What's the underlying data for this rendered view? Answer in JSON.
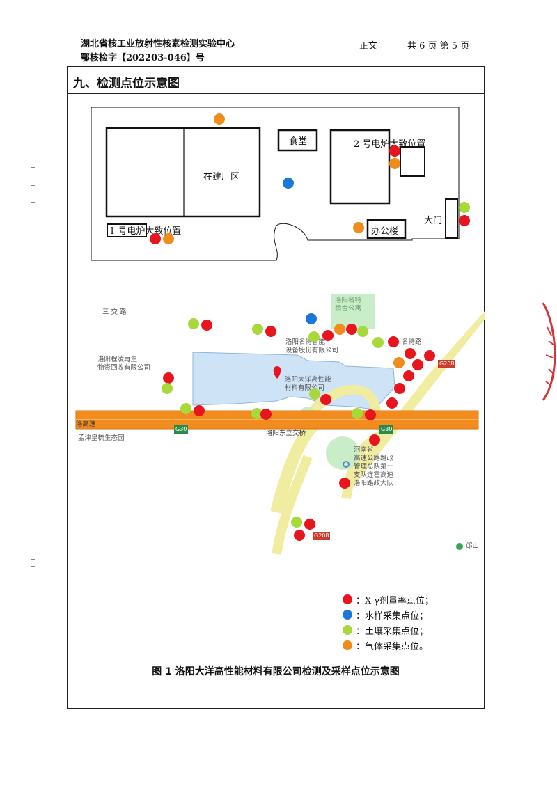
{
  "header": {
    "org": "湖北省核工业放射性核素检测实验中心",
    "doc_no": "鄂核检字【202203-046】号",
    "section": "正文",
    "pages": "共 6 页  第 5 页"
  },
  "section_title": "九、检测点位示意图",
  "plan": {
    "labels": {
      "site": "在建厂区",
      "canteen": "食堂",
      "furnace2": "2 号电炉大致位置",
      "furnace1": "1 号电炉大致位置",
      "gate": "大门",
      "office": "办公楼"
    }
  },
  "map": {
    "labels": {
      "sanjiao": "三 交 路",
      "company1": "洛阳名特智能\n设备股份有限公司",
      "recycle": "洛阳程凌再生\n物资回收有限公司",
      "dayang": "洛阳大洋高性能\n材料有限公司",
      "expressway": "洛高速",
      "jinjin": "孟津皇梳生态园",
      "bridge": "洛阳东立交桥",
      "mingte_rd": "名特路",
      "police": "河南省\n高速公路路政\n管理总队第一\n支队连霍高速\n洛阳路政大队",
      "yinshan": "邙山",
      "g30a": "G30",
      "g30b": "G30",
      "g208a": "G208",
      "g208b": "G208",
      "apartment": "洛阳名特\n宿舍公寓"
    }
  },
  "legend": {
    "items": [
      {
        "label": "：X-γ剂量率点位；",
        "color": "#e8141e"
      },
      {
        "label": "：水样采集点位；",
        "color": "#1a78d8"
      },
      {
        "label": "：土壤采集点位；",
        "color": "#a7d93a"
      },
      {
        "label": "：气体采集点位。",
        "color": "#f08c1a"
      }
    ]
  },
  "caption": "图 1  洛阳大洋高性能材料有限公司检测及采样点位示意图",
  "colors": {
    "red": "#e8141e",
    "blue": "#1a78d8",
    "green": "#a7d93a",
    "orange": "#f08c1a"
  }
}
